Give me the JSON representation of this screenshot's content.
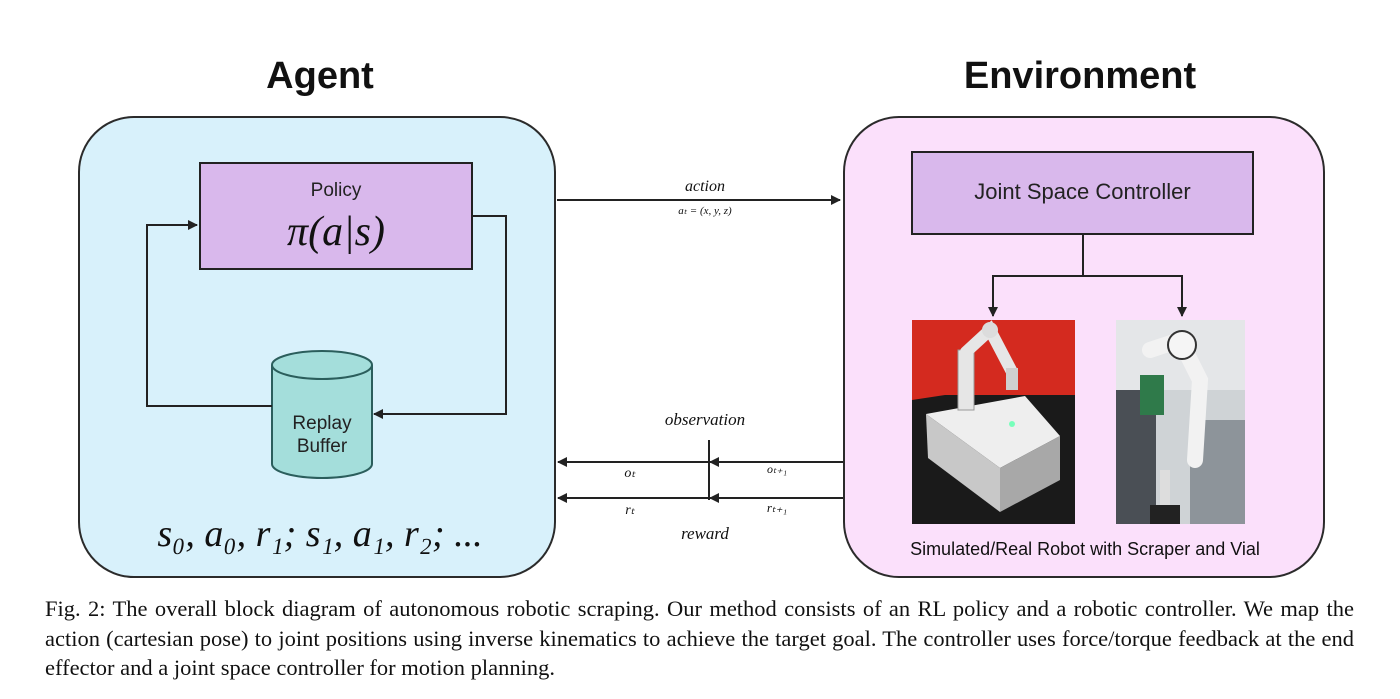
{
  "agent": {
    "title": "Agent",
    "policy_label": "Policy",
    "policy_formula": "π(a|s)",
    "buffer_label_1": "Replay",
    "buffer_label_2": "Buffer",
    "trajectory": "s₀, a₀, r₁; s₁, a₁, r₂; ..."
  },
  "environment": {
    "title": "Environment",
    "controller_label": "Joint Space Controller",
    "robot_caption": "Simulated/Real Robot with Scraper and Vial"
  },
  "signals": {
    "action_label": "action",
    "action_formula": "aₜ = (x, y, z)",
    "observation_label": "observation",
    "obs_t": "oₜ",
    "obs_t1": "oₜ₊₁",
    "reward_t": "rₜ",
    "reward_t1": "rₜ₊₁",
    "reward_label": "reward"
  },
  "colors": {
    "agent_bg": "#d8f1fb",
    "env_bg": "#fbe0fb",
    "policy_bg": "#d9b8ec",
    "buffer_bg": "#a4dedb"
  },
  "caption": "Fig. 2: The overall block diagram of autonomous robotic scraping. Our method consists of an RL policy and a robotic controller. We map the action (cartesian pose) to joint positions using inverse kinematics to achieve the target goal. The controller uses force/torque feedback at the end effector and a joint space controller for motion planning."
}
